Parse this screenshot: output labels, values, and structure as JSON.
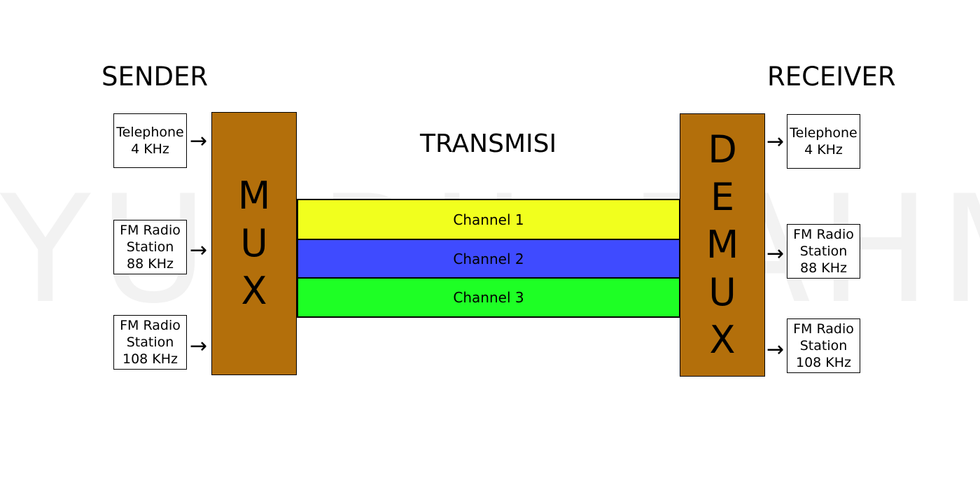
{
  "watermark": "YUSRIL FAHMI",
  "sender": {
    "title": "SENDER",
    "mux_letters": [
      "M",
      "U",
      "X"
    ],
    "inputs": [
      {
        "lines": [
          "Telephone",
          "4 KHz"
        ]
      },
      {
        "lines": [
          "FM Radio",
          "Station",
          "88 KHz"
        ]
      },
      {
        "lines": [
          "FM Radio",
          "Station",
          "108 KHz"
        ]
      }
    ]
  },
  "transmission": {
    "title": "TRANSMISI",
    "channels": [
      {
        "label": "Channel 1",
        "color": "#f1ff1e"
      },
      {
        "label": "Channel 2",
        "color": "#3f4bff"
      },
      {
        "label": "Channel 3",
        "color": "#1eff25"
      }
    ]
  },
  "receiver": {
    "title": "RECEIVER",
    "demux_letters": [
      "D",
      "E",
      "M",
      "U",
      "X"
    ],
    "outputs": [
      {
        "lines": [
          "Telephone",
          "4 KHz"
        ]
      },
      {
        "lines": [
          "FM Radio",
          "Station",
          "88 KHz"
        ]
      },
      {
        "lines": [
          "FM Radio",
          "Station",
          "108 KHz"
        ]
      }
    ]
  },
  "colors": {
    "mux_block": "#b36f0b"
  },
  "arrow_glyph": "→"
}
